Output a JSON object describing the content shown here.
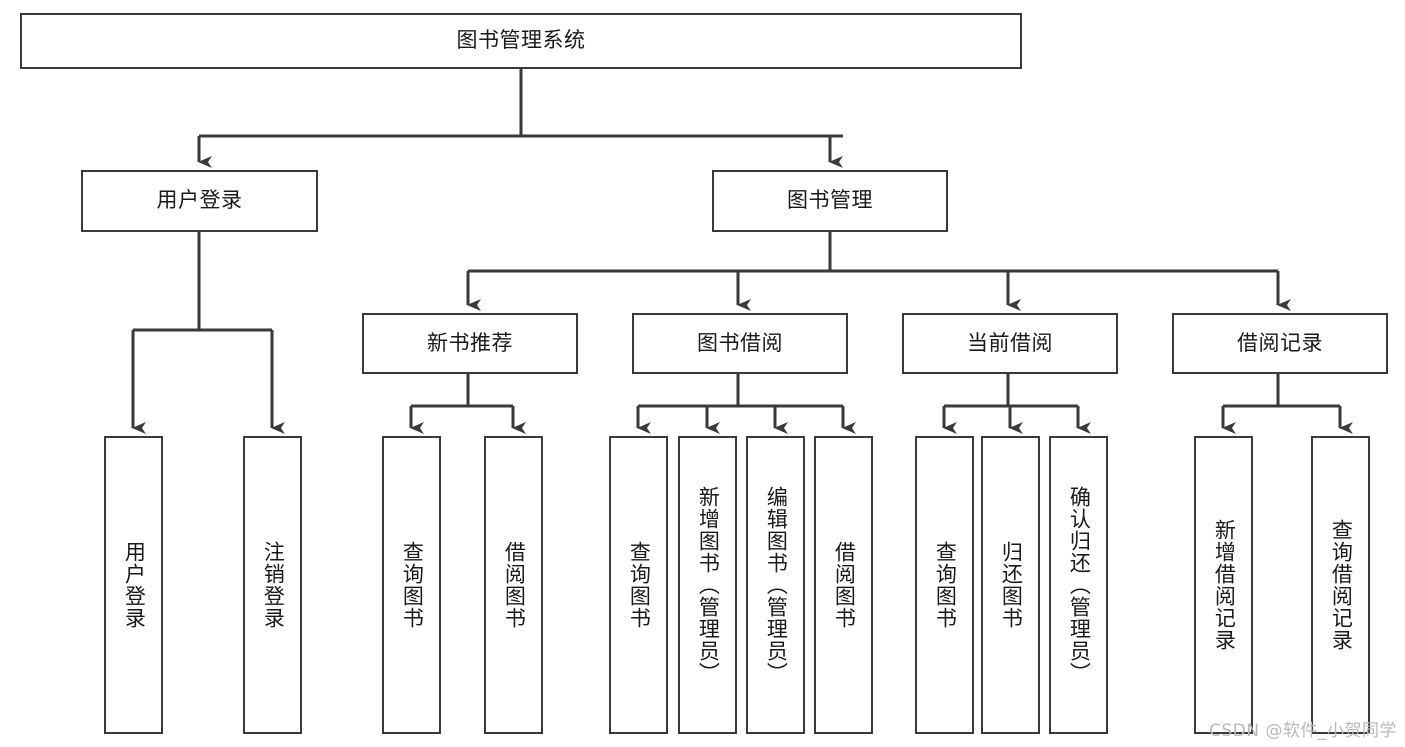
{
  "diagram": {
    "title_node": {
      "id": "root",
      "label": "图书管理系统"
    },
    "level2": [
      {
        "id": "user-login",
        "label": "用户登录"
      },
      {
        "id": "book-manage",
        "label": "图书管理"
      }
    ],
    "level3": [
      {
        "id": "new-book-recommend",
        "label": "新书推荐"
      },
      {
        "id": "book-borrow",
        "label": "图书借阅"
      },
      {
        "id": "current-borrow",
        "label": "当前借阅"
      },
      {
        "id": "borrow-record",
        "label": "借阅记录"
      }
    ],
    "leaves": {
      "user_login": [
        {
          "id": "leaf-user-login",
          "label": "用户登录"
        },
        {
          "id": "leaf-logout-login",
          "label": "注销登录"
        }
      ],
      "new_book_recommend": [
        {
          "id": "leaf-query-book-1",
          "label": "查询图书"
        },
        {
          "id": "leaf-borrow-book-1",
          "label": "借阅图书"
        }
      ],
      "book_borrow": [
        {
          "id": "leaf-query-book-2",
          "label": "查询图书"
        },
        {
          "id": "leaf-add-book",
          "label": "新增图书（管理员）"
        },
        {
          "id": "leaf-edit-book",
          "label": "编辑图书（管理员）"
        },
        {
          "id": "leaf-borrow-book-2",
          "label": "借阅图书"
        }
      ],
      "current_borrow": [
        {
          "id": "leaf-query-book-3",
          "label": "查询图书"
        },
        {
          "id": "leaf-return-book",
          "label": "归还图书"
        },
        {
          "id": "leaf-confirm-return",
          "label": "确认归还（管理员）"
        }
      ],
      "borrow_record": [
        {
          "id": "leaf-add-record",
          "label": "新增借阅记录"
        },
        {
          "id": "leaf-query-record",
          "label": "查询借阅记录"
        }
      ]
    },
    "watermark": "CSDN @软件_小贺同学",
    "colors": {
      "stroke": "#3a3a3a",
      "fill": "#ffffff",
      "text": "#1a1a1a",
      "watermark": "#b9b9b9"
    }
  }
}
